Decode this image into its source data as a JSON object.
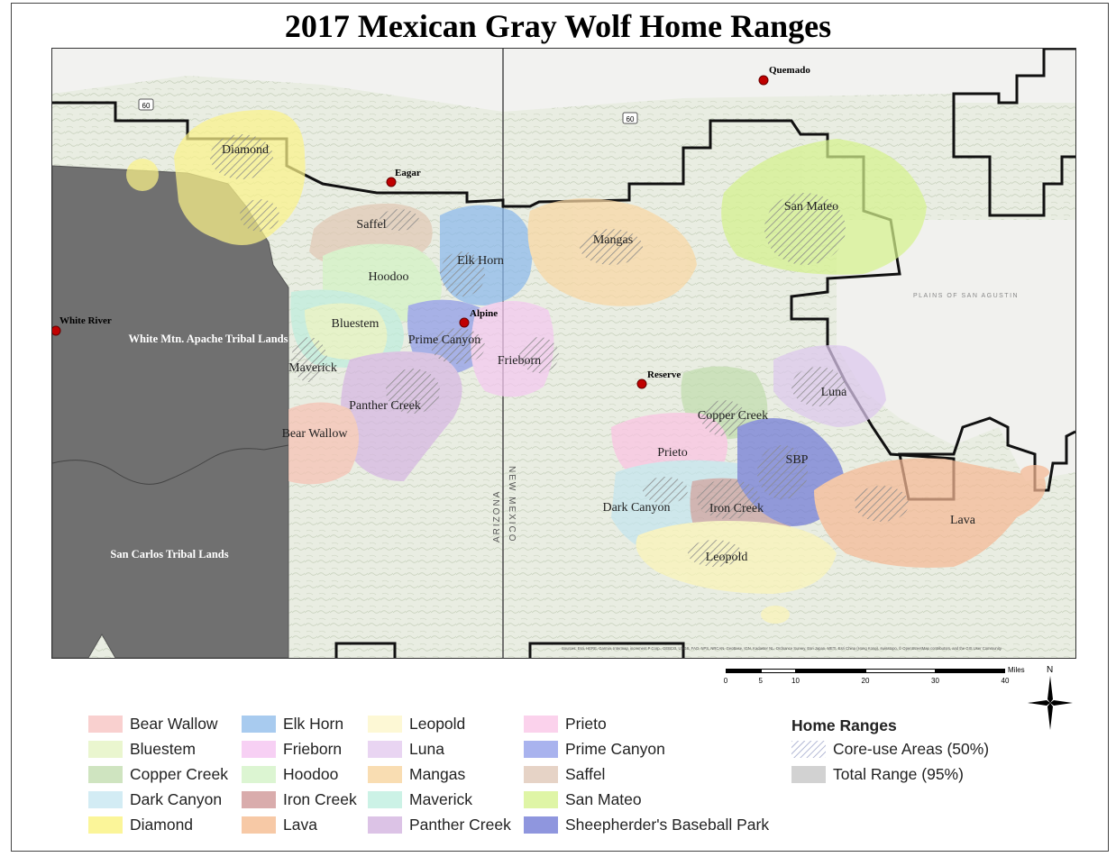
{
  "title": "2017 Mexican Gray Wolf Home Ranges",
  "map": {
    "places": {
      "quemado": "Quemado",
      "eagar": "Eagar",
      "alpine": "Alpine",
      "reserve": "Reserve",
      "white_river": "White River"
    },
    "tribal_lands": {
      "white_mtn": "White Mtn. Apache Tribal Lands",
      "san_carlos": "San Carlos Tribal Lands"
    },
    "state_labels": {
      "arizona": "ARIZONA",
      "new_mexico": "NEW MEXICO"
    },
    "highway": "60",
    "plains": "PLAINS OF SAN AGUSTIN",
    "credits": "Sources: Esri, HERE, Garmin, Intermap, increment P Corp., GEBCO, USGS, FAO, NPS, NRCAN, GeoBase, IGN, Kadaster NL, Ordnance Survey, Esri Japan, METI, Esri China (Hong Kong), swisstopo, © OpenStreetMap contributors, and the GIS User Community",
    "pack_labels": {
      "diamond": "Diamond",
      "saffel": "Saffel",
      "hoodoo": "Hoodoo",
      "elk_horn": "Elk Horn",
      "mangas": "Mangas",
      "san_mateo": "San Mateo",
      "bluestem": "Bluestem",
      "prime_canyon": "Prime Canyon",
      "frieborn": "Frieborn",
      "maverick": "Maverick",
      "panther_creek": "Panther Creek",
      "bear_wallow": "Bear Wallow",
      "luna": "Luna",
      "copper_creek": "Copper Creek",
      "prieto": "Prieto",
      "sbp": "SBP",
      "dark_canyon": "Dark Canyon",
      "iron_creek": "Iron Creek",
      "lava": "Lava",
      "leopold": "Leopold"
    }
  },
  "scalebar": {
    "unit": "Miles",
    "ticks": [
      "0",
      "5",
      "10",
      "20",
      "30",
      "40"
    ],
    "values": [
      0,
      5,
      10,
      20,
      30,
      40
    ]
  },
  "north": "N",
  "legend": {
    "items": [
      {
        "label": "Bear Wallow",
        "color": "#f9d0cf"
      },
      {
        "label": "Bluestem",
        "color": "#eaf6cf"
      },
      {
        "label": "Copper Creek",
        "color": "#cfe4c0"
      },
      {
        "label": "Dark Canyon",
        "color": "#d3ecf4"
      },
      {
        "label": "Diamond",
        "color": "#fbf599"
      },
      {
        "label": "Elk Horn",
        "color": "#a8cbef"
      },
      {
        "label": "Frieborn",
        "color": "#f7d0f4"
      },
      {
        "label": "Hoodoo",
        "color": "#dcf5d2"
      },
      {
        "label": "Iron Creek",
        "color": "#d9acac"
      },
      {
        "label": "Lava",
        "color": "#f7c9a6"
      },
      {
        "label": "Leopold",
        "color": "#fdf8d5"
      },
      {
        "label": "Luna",
        "color": "#e9d5f2"
      },
      {
        "label": "Mangas",
        "color": "#f9ddb2"
      },
      {
        "label": "Maverick",
        "color": "#ccf2e6"
      },
      {
        "label": "Panther Creek",
        "color": "#dcc3e6"
      },
      {
        "label": "Prieto",
        "color": "#fbd2ec"
      },
      {
        "label": "Prime Canyon",
        "color": "#a9b3ee"
      },
      {
        "label": "Saffel",
        "color": "#e6d3c6"
      },
      {
        "label": "San Mateo",
        "color": "#dff5a6"
      },
      {
        "label": "Sheepherder's Baseball Park",
        "color": "#8f96de"
      }
    ],
    "home_ranges": {
      "title": "Home Ranges",
      "core": "Core-use Areas (50%)",
      "total": "Total Range (95%)"
    }
  }
}
